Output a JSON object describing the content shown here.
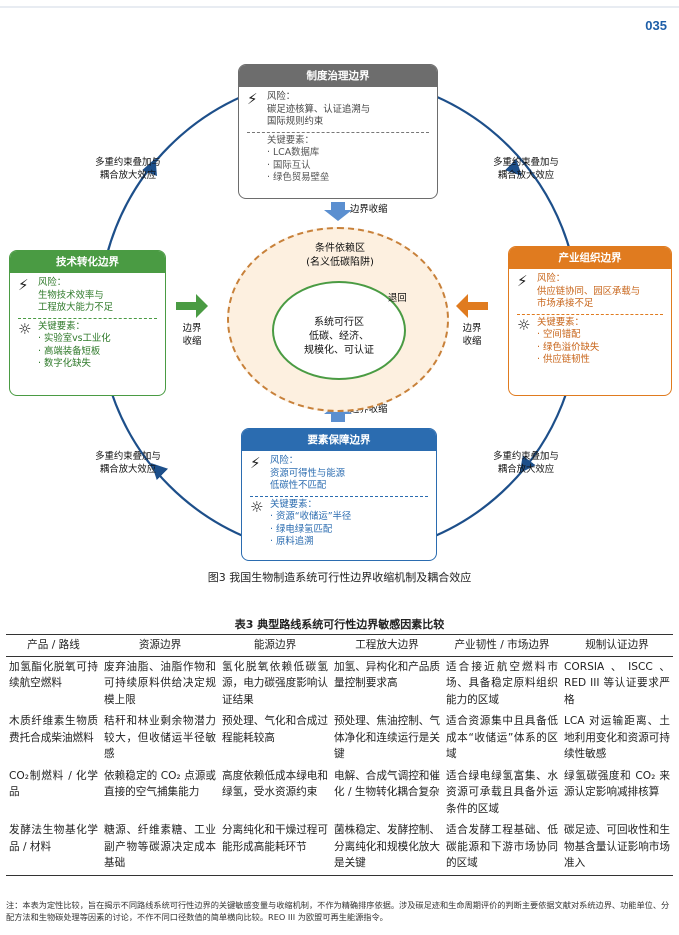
{
  "page_number": "035",
  "figure": {
    "caption": "图3   我国生物制造系统可行性边界收缩机制及耦合效应",
    "loop_label_line1": "多重约束叠加与",
    "loop_label_line2": "耦合放大效应",
    "shrink_line1": "边界",
    "shrink_line2": "收缩",
    "shrink_inline": "边界收缩",
    "boxes": {
      "institution": {
        "title": "制度治理边界",
        "risk_label": "风险：",
        "risk_lines": [
          "碳足迹核算、认证追溯与",
          "国际规则约束"
        ],
        "elements_label": "关键要素：",
        "elements": [
          "· LCA数据库",
          "· 国际互认",
          "· 绿色贸易壁垒"
        ],
        "color": "#6d6d6d"
      },
      "tech": {
        "title": "技术转化边界",
        "risk_label": "风险：",
        "risk_lines": [
          "生物技术效率与",
          "工程放大能力不足"
        ],
        "elements_label": "关键要素：",
        "elements": [
          "· 实验室vs工业化",
          "· 高端装备短板",
          "· 数字化缺失"
        ],
        "color": "#4a9b43"
      },
      "industry": {
        "title": "产业组织边界",
        "risk_label": "风险：",
        "risk_lines": [
          "供应链协同、园区承载与",
          "市场承接不足"
        ],
        "elements_label": "关键要素：",
        "elements": [
          "· 空间错配",
          "· 绿色溢价缺失",
          "· 供应链韧性"
        ],
        "color": "#e07b1f"
      },
      "factor": {
        "title": "要素保障边界",
        "risk_label": "风险：",
        "risk_lines": [
          "资源可得性与能源",
          "低碳性不匹配"
        ],
        "elements_label": "关键要素：",
        "elements": [
          "· 资源“收储运”半径",
          "· 绿电绿氢匹配",
          "· 原料追溯"
        ],
        "color": "#2b6cb0"
      }
    },
    "center": {
      "outer_line1": "条件依赖区",
      "outer_line2": "(名义低碳陷阱)",
      "inner_line1": "系统可行区",
      "inner_line2": "低碳、经济、",
      "inner_line3": "规模化、可认证",
      "retreat": "退回"
    }
  },
  "table": {
    "title": "表3   典型路线系统可行性边界敏感因素比较",
    "headers": [
      "产品 / 路线",
      "资源边界",
      "能源边界",
      "工程放大边界",
      "产业韧性 / 市场边界",
      "规制认证边界"
    ],
    "rows": [
      [
        "加氢酯化脱氧可持续航空燃料",
        "废弃油脂、油脂作物和可持续原料供给决定规模上限",
        "氢化脱氧依赖低碳氢源，电力碳强度影响认证结果",
        "加氢、异构化和产品质量控制要求高",
        "适合接近航空燃料市场、具备稳定原料组织能力的区域",
        "CORSIA、ISCC、RED III 等认证要求严格"
      ],
      [
        "木质纤维素生物质费托合成柴油燃料",
        "秸秆和林业剩余物潜力较大，但收储运半径敏感",
        "预处理、气化和合成过程能耗较高",
        "预处理、焦油控制、气体净化和连续运行是关键",
        "适合资源集中且具备低成本“收储运”体系的区域",
        "LCA 对运输距离、土地利用变化和资源可持续性敏感"
      ],
      [
        "CO₂制燃料 / 化学品",
        "依赖稳定的 CO₂ 点源或直接的空气捕集能力",
        "高度依赖低成本绿电和绿氢，受水资源约束",
        "电解、合成气调控和催化 / 生物转化耦合复杂",
        "适合绿电绿氢富集、水资源可承载且具备外运条件的区域",
        "绿氢碳强度和 CO₂ 来源认定影响减排核算"
      ],
      [
        "发酵法生物基化学品 / 材料",
        "糖源、纤维素糖、工业副产物等碳源决定成本基础",
        "分离纯化和干燥过程可能形成高能耗环节",
        "菌株稳定、发酵控制、分离纯化和规模化放大是关键",
        "适合发酵工程基础、低碳能源和下游市场协同的区域",
        "碳足迹、可回收性和生物基含量认证影响市场准入"
      ]
    ],
    "note": "注：本表为定性比较，旨在揭示不同路线系统可行性边界的关键敏感变量与收缩机制，不作为精确排序依据。涉及碳足迹和生命周期评价的判断主要依据文献对系统边界、功能单位、分配方法和生物碳处理等因素的讨论，不作不同口径数值的简单横向比较。REO III 为欧盟可再生能源指令。"
  }
}
